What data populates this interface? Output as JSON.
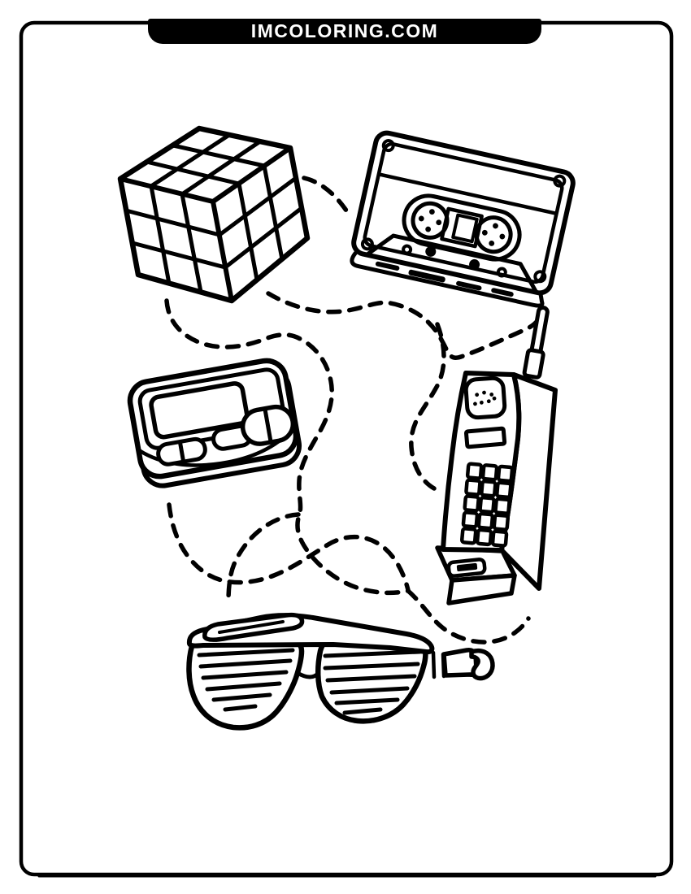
{
  "header": {
    "site_name": "IMCOLORING.COM"
  },
  "page": {
    "kind": "coloring-page",
    "items": [
      {
        "id": "rubiks-cube",
        "label": "Rubik's cube"
      },
      {
        "id": "cassette-tape",
        "label": "Cassette tape"
      },
      {
        "id": "pager",
        "label": "Pager"
      },
      {
        "id": "brick-phone",
        "label": "Brick cell phone"
      },
      {
        "id": "shutter-shades",
        "label": "Shutter shades sunglasses"
      }
    ],
    "decoration": "dashed squiggle connector lines"
  },
  "colors": {
    "ink": "#000000",
    "paper": "#ffffff",
    "banner_bg": "#000000",
    "banner_text": "#ffffff"
  }
}
